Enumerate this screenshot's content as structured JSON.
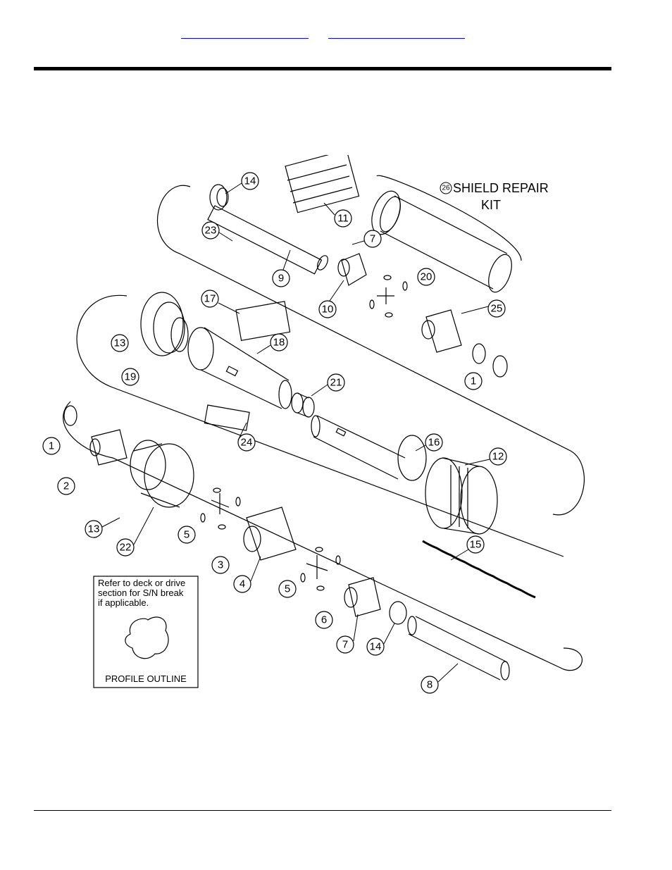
{
  "header": {
    "links": [
      "",
      ""
    ]
  },
  "diagram": {
    "shield_kit": {
      "callout": "26",
      "label_line1": "SHIELD REPAIR",
      "label_line2": "KIT"
    },
    "note": {
      "lines": [
        "Refer to deck or drive",
        "section for S/N break",
        "if applicable."
      ],
      "caption": "PROFILE OUTLINE"
    },
    "callouts": [
      "14",
      "11",
      "23",
      "9",
      "7",
      "10",
      "20",
      "25",
      "1",
      "17",
      "18",
      "13",
      "19",
      "21",
      "24",
      "16",
      "12",
      "1",
      "2",
      "13",
      "22",
      "5",
      "3",
      "4",
      "5",
      "6",
      "7",
      "14",
      "8",
      "15"
    ]
  }
}
